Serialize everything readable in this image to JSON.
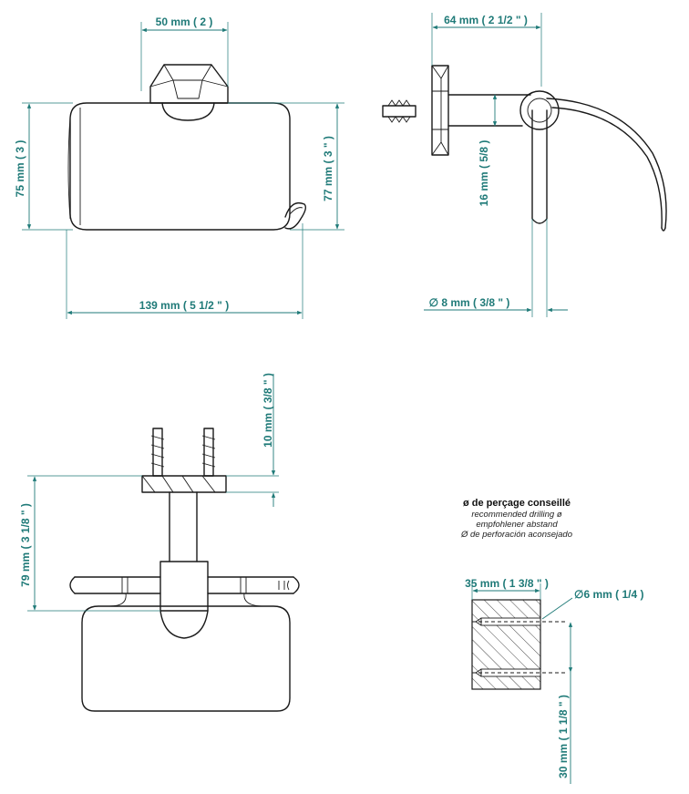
{
  "dimensions": {
    "top_width_50": "50 mm ( 2 )",
    "height_75": "75 mm ( 3 )",
    "height_77": "77 mm ( 3 \" )",
    "width_139": "139 mm ( 5 1/2 \" )",
    "depth_64": "64 mm ( 2 1/2 \" )",
    "diameter_16": "16 mm ( 5/8 )",
    "diameter_8": "∅ 8 mm ( 3/8 \" )",
    "plate_10": "10 mm ( 3/8 \" )",
    "height_79": "79 mm ( 3 1/8 \" )",
    "depth_35": "35 mm ( 1 3/8 \" )",
    "drill_6": "∅6 mm ( 1/4 )",
    "spacing_30": "30 mm ( 1 1/8 \" )"
  },
  "drilling_note": {
    "title": "ø de perçage conseillé",
    "en": "recommended drilling ø",
    "de": "empfohlener abstand",
    "es": "Ø de perforación aconsejado"
  },
  "colors": {
    "dimension": "#1f7a78",
    "line": "#1a1a1a"
  }
}
